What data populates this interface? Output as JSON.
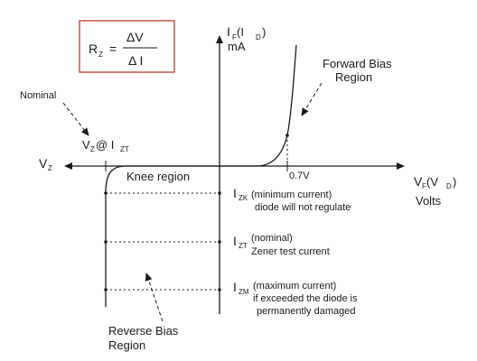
{
  "formula": {
    "lhs": "R",
    "lhs_sub": "Z",
    "equals": "=",
    "numerator": "ΔV",
    "denominator": "Δ I"
  },
  "axes": {
    "y_label_main": "I",
    "y_label_sub": "F",
    "y_label_paren_open": " (I",
    "y_label_paren_sub": "D",
    "y_label_paren_close": ")",
    "y_unit": "mA",
    "x_neg_label": "V",
    "x_neg_sub": "Z",
    "x_pos_label_main": "V",
    "x_pos_label_sub": "F",
    "x_pos_paren_open": " (V",
    "x_pos_paren_sub": "D",
    "x_pos_paren_close": ")",
    "x_unit": "Volts",
    "forward_voltage": "0.7V"
  },
  "labels": {
    "nominal": "Nominal",
    "vz_main": "V",
    "vz_sub": "Z",
    "vz_at": " @ I",
    "vz_izt_sub": "ZT",
    "knee_region": "Knee region",
    "forward_bias_line1": "Forward Bias",
    "forward_bias_line2": "Region",
    "reverse_bias_line1": "Reverse Bias",
    "reverse_bias_line2": "Region"
  },
  "currents": [
    {
      "symbol": "I",
      "sub": "ZK",
      "line1": "(minimum current)",
      "line2": "diode will not regulate"
    },
    {
      "symbol": "I",
      "sub": "ZT",
      "line1": "(nominal)",
      "line2": "Zener test current"
    },
    {
      "symbol": "I",
      "sub": "ZM",
      "line1": "(maximum current)",
      "line2": "if exceeded the diode is",
      "line3": "permanently damaged"
    }
  ],
  "colors": {
    "formula_border": "#c0392b",
    "line": "#1a1a1a"
  }
}
